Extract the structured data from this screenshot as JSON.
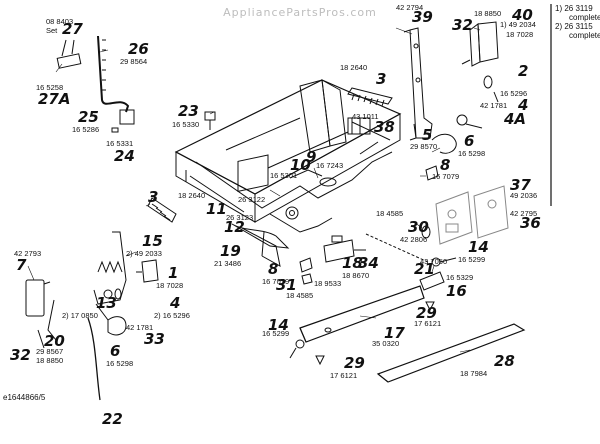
{
  "header": {
    "watermark": "AppliancePartsPros.com"
  },
  "legend": [
    {
      "line1": "1) 26 3119",
      "line2": "complete"
    },
    {
      "line1": "2) 26 3115",
      "line2": "complete"
    }
  ],
  "diagram_id": "e1644866/5",
  "parts": [
    {
      "id": "27",
      "num": "27",
      "codes": [
        "08 8403",
        "Set"
      ]
    },
    {
      "id": "27a",
      "num": "27A",
      "codes": [
        "16 5258"
      ]
    },
    {
      "id": "26",
      "num": "26",
      "codes": [
        "29 8564"
      ]
    },
    {
      "id": "25",
      "num": "25",
      "codes": [
        "16 5286"
      ]
    },
    {
      "id": "24",
      "num": "24",
      "codes": [
        "16 5331"
      ]
    },
    {
      "id": "23",
      "num": "23",
      "codes": [
        "16 5330"
      ]
    },
    {
      "id": "3a",
      "num": "3",
      "codes": [
        "18 2640"
      ]
    },
    {
      "id": "38",
      "num": "38",
      "codes": [
        "43 1011"
      ]
    },
    {
      "id": "39",
      "num": "39",
      "codes": [
        "42 2794"
      ]
    },
    {
      "id": "32a",
      "num": "32",
      "codes": [
        "18 8850"
      ]
    },
    {
      "id": "40",
      "num": "40",
      "codes": [
        "1) 49 2034",
        "18 7028"
      ]
    },
    {
      "id": "2a",
      "num": "2",
      "codes": [
        "16 5296"
      ]
    },
    {
      "id": "4a",
      "num": "4",
      "codes": [
        "42 1781"
      ]
    },
    {
      "id": "4A",
      "num": "4A",
      "codes": []
    },
    {
      "id": "5a",
      "num": "5",
      "codes": [
        "29 8570"
      ]
    },
    {
      "id": "6a",
      "num": "6",
      "codes": [
        "16 5298"
      ]
    },
    {
      "id": "9",
      "num": "9",
      "codes": [
        "16 7243"
      ]
    },
    {
      "id": "10",
      "num": "10",
      "codes": [
        "16 5301"
      ]
    },
    {
      "id": "8a",
      "num": "8",
      "codes": [
        "16 7079"
      ]
    },
    {
      "id": "37",
      "num": "37",
      "codes": [
        "49 2036"
      ]
    },
    {
      "id": "36",
      "num": "36",
      "codes": [
        "42 2795"
      ]
    },
    {
      "id": "3b",
      "num": "3",
      "codes": [
        "18 2640"
      ]
    },
    {
      "id": "11",
      "num": "11",
      "codes": [
        "26 3122",
        "26 3123"
      ]
    },
    {
      "id": "12",
      "num": "12",
      "codes": []
    },
    {
      "id": "19",
      "num": "19",
      "codes": [
        "21 3486"
      ]
    },
    {
      "id": "15",
      "num": "15",
      "codes": [
        "2) 49 2033"
      ]
    },
    {
      "id": "7",
      "num": "7",
      "codes": [
        "42 2793"
      ]
    },
    {
      "id": "1",
      "num": "1",
      "codes": [
        "18 7028"
      ]
    },
    {
      "id": "4b",
      "num": "4",
      "codes": [
        "2) 16 5296"
      ]
    },
    {
      "id": "13",
      "num": "13",
      "codes": [
        "2) 17 0850"
      ]
    },
    {
      "id": "33",
      "num": "33",
      "codes": [
        "42 1781"
      ]
    },
    {
      "id": "20",
      "num": "20",
      "codes": [
        "29 8567"
      ]
    },
    {
      "id": "32b",
      "num": "32",
      "codes": [
        "18 8850"
      ]
    },
    {
      "id": "6b",
      "num": "6",
      "codes": [
        "16 5298"
      ]
    },
    {
      "id": "8b",
      "num": "8",
      "codes": [
        "16 7079"
      ]
    },
    {
      "id": "31",
      "num": "31",
      "codes": [
        "18 4585"
      ]
    },
    {
      "id": "18",
      "num": "18",
      "codes": [
        "18 8670",
        "18 9533"
      ]
    },
    {
      "id": "34",
      "num": "34",
      "codes": []
    },
    {
      "id": "18585",
      "num": "",
      "codes": [
        "18 4585"
      ]
    },
    {
      "id": "30",
      "num": "30",
      "codes": [
        "42 2806"
      ]
    },
    {
      "id": "14a",
      "num": "14",
      "codes": [
        "16 5299"
      ]
    },
    {
      "id": "21",
      "num": "21",
      "codes": [
        "43 7050"
      ]
    },
    {
      "id": "16",
      "num": "16",
      "codes": [
        "16 5329"
      ]
    },
    {
      "id": "29a",
      "num": "29",
      "codes": [
        "17 6121"
      ]
    },
    {
      "id": "14b",
      "num": "14",
      "codes": [
        "16 5299"
      ]
    },
    {
      "id": "17",
      "num": "17",
      "codes": [
        "35 0320"
      ]
    },
    {
      "id": "29b",
      "num": "29",
      "codes": [
        "17 6121"
      ]
    },
    {
      "id": "28",
      "num": "28",
      "codes": [
        "18 7984"
      ]
    },
    {
      "id": "22",
      "num": "22",
      "codes": []
    }
  ]
}
